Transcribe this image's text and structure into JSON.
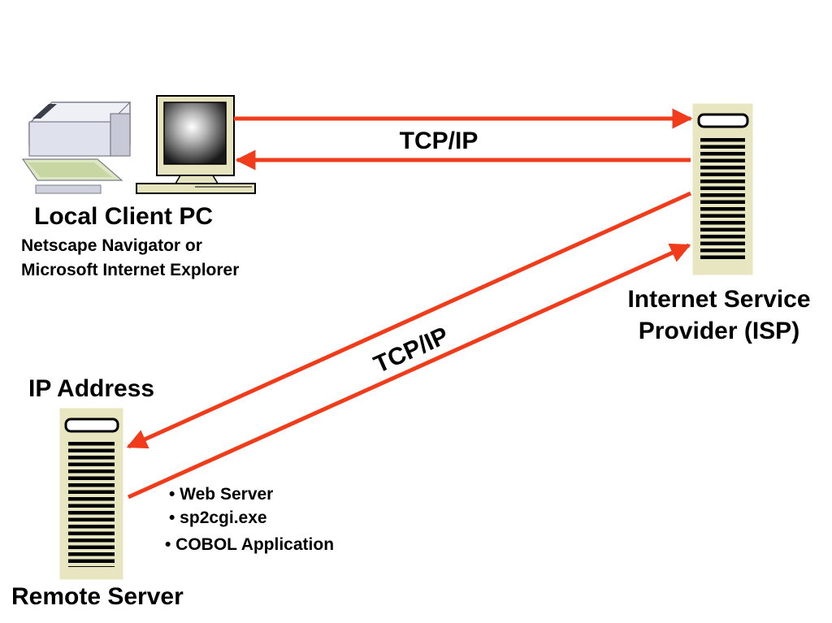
{
  "client": {
    "title": "Local Client PC",
    "browsers": [
      "Netscape Navigator or",
      "Microsoft Internet Explorer"
    ]
  },
  "isp": {
    "title_lines": [
      "Internet Service",
      "Provider (ISP)"
    ]
  },
  "remote": {
    "ip_label": "IP Address",
    "title": "Remote Server",
    "features": [
      "• Web Server",
      "• sp2cgi.exe",
      "• COBOL Application"
    ]
  },
  "links": {
    "top_protocol": "TCP/IP",
    "diagonal_protocol": "TCP/IP"
  },
  "colors": {
    "arrow": "#f03c1a",
    "server_body": "#e8e6c0",
    "monitor_body": "#e6e4be"
  },
  "icons": [
    "printer-icon",
    "monitor-icon",
    "server-icon"
  ]
}
